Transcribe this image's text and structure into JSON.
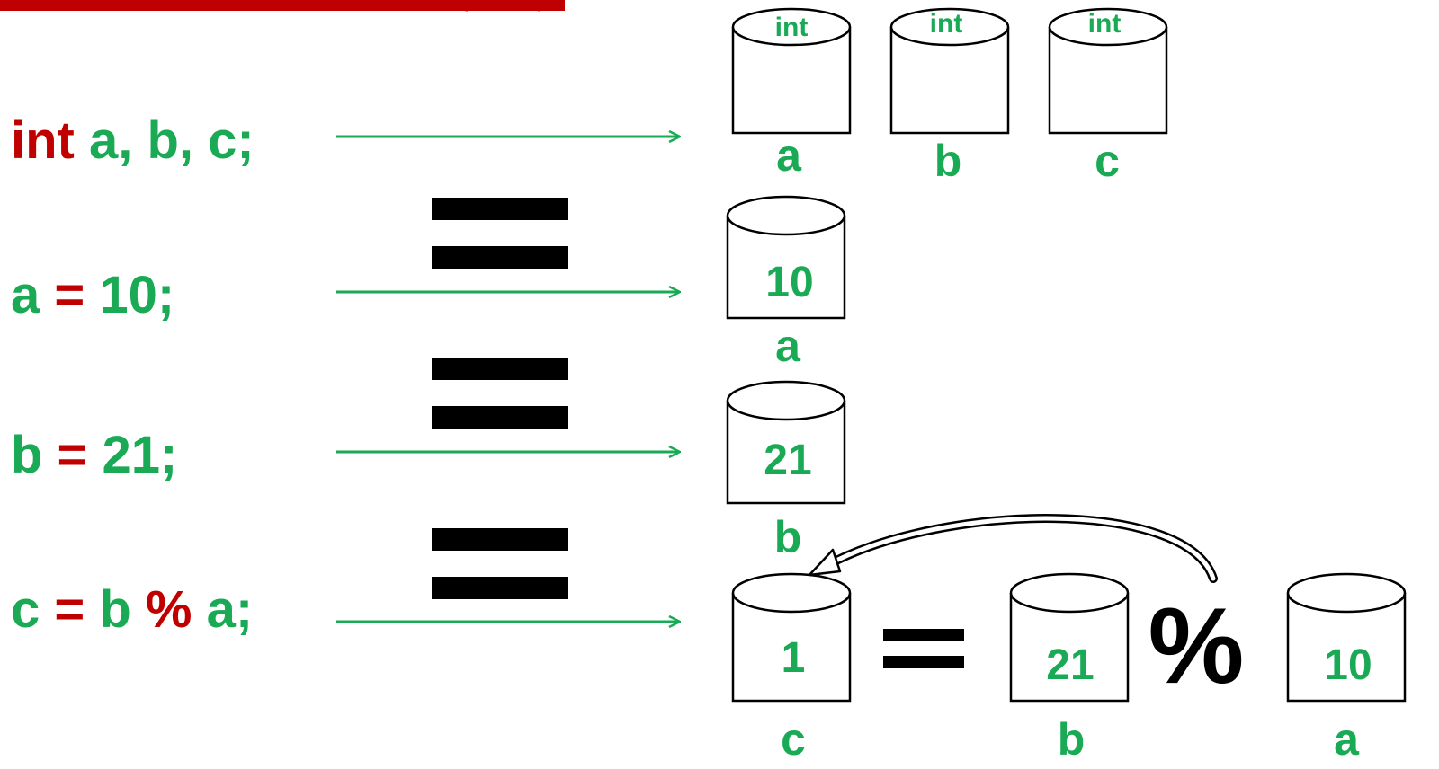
{
  "colors": {
    "keyword": "#c00000",
    "identifier": "#1aaa55",
    "ink": "#000000",
    "title_bar": "#c00000"
  },
  "code_lines": [
    {
      "keyword": "int",
      "rest": " a, b, c;"
    },
    {
      "lhs": "a",
      "op": " = ",
      "rhs": "10;"
    },
    {
      "lhs": "b",
      "op": " = ",
      "rhs": "21;"
    },
    {
      "lhs": "c",
      "op": " = ",
      "mid": "b ",
      "mod": "%",
      "rhs": " a;"
    }
  ],
  "declared_type": "int",
  "variables": {
    "a": {
      "name": "a"
    },
    "b": {
      "name": "b"
    },
    "c": {
      "name": "c"
    }
  },
  "assignments": {
    "a": {
      "value": "10",
      "name": "a"
    },
    "b": {
      "value": "21",
      "name": "b"
    }
  },
  "expression": {
    "result": {
      "value": "1",
      "name": "c"
    },
    "equals": "=",
    "left": {
      "value": "21",
      "name": "b"
    },
    "operator": "%",
    "right": {
      "value": "10",
      "name": "a"
    }
  }
}
